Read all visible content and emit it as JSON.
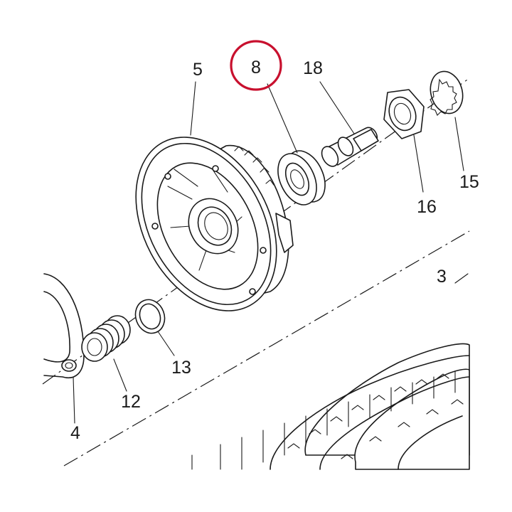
{
  "diagram": {
    "callouts": [
      {
        "id": "5",
        "text": "5"
      },
      {
        "id": "8",
        "text": "8"
      },
      {
        "id": "18",
        "text": "18"
      },
      {
        "id": "16",
        "text": "16"
      },
      {
        "id": "15",
        "text": "15"
      },
      {
        "id": "3",
        "text": "3"
      },
      {
        "id": "13",
        "text": "13"
      },
      {
        "id": "12",
        "text": "12"
      },
      {
        "id": "4",
        "text": "4"
      }
    ],
    "highlighted_callout": "8",
    "colors": {
      "line": "#1a1a1a",
      "highlight": "#c8102e",
      "background": "#ffffff"
    }
  }
}
